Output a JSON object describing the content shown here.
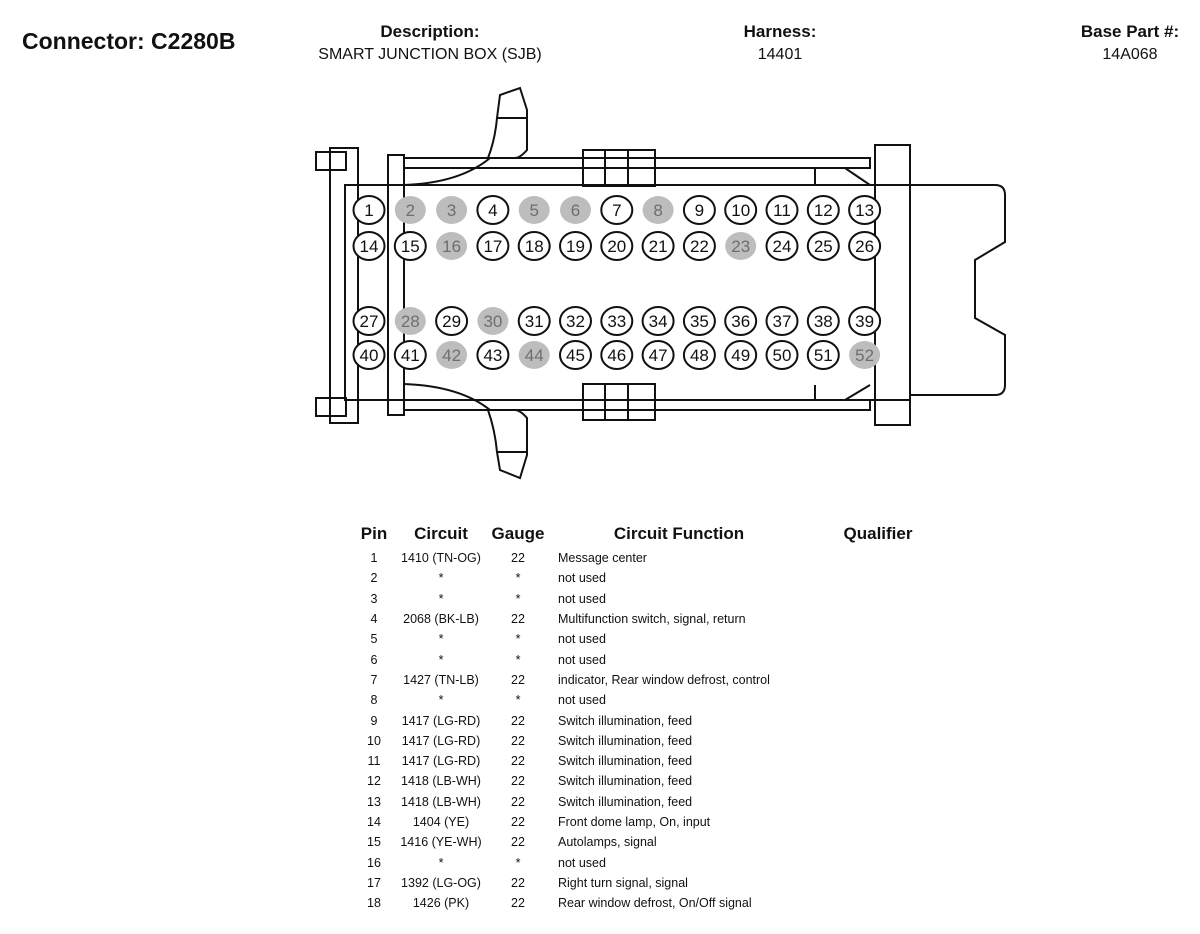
{
  "header": {
    "connector": "Connector: C2280B",
    "description_label": "Description:",
    "description_value": "SMART JUNCTION BOX (SJB)",
    "harness_label": "Harness:",
    "harness_value": "14401",
    "base_part_label": "Base Part #:",
    "base_part_value": "14A068"
  },
  "connector": {
    "unused_fill": "#bdbdbd",
    "used_fill": "#ffffff",
    "rows": [
      {
        "pins": [
          1,
          2,
          3,
          4,
          5,
          6,
          7,
          8,
          9,
          10,
          11,
          12,
          13
        ]
      },
      {
        "pins": [
          14,
          15,
          16,
          17,
          18,
          19,
          20,
          21,
          22,
          23,
          24,
          25,
          26
        ]
      },
      {
        "pins": [
          27,
          28,
          29,
          30,
          31,
          32,
          33,
          34,
          35,
          36,
          37,
          38,
          39
        ]
      },
      {
        "pins": [
          40,
          41,
          42,
          43,
          44,
          45,
          46,
          47,
          48,
          49,
          50,
          51,
          52
        ]
      }
    ],
    "unused_pins": [
      2,
      3,
      5,
      6,
      8,
      16,
      23,
      28,
      30,
      42,
      44,
      52
    ]
  },
  "table": {
    "headers": {
      "pin": "Pin",
      "circuit": "Circuit",
      "gauge": "Gauge",
      "function": "Circuit Function",
      "qualifier": "Qualifier"
    },
    "rows": [
      {
        "pin": "1",
        "circuit": "1410 (TN-OG)",
        "gauge": "22",
        "function": "Message center",
        "qualifier": ""
      },
      {
        "pin": "2",
        "circuit": "*",
        "gauge": "*",
        "function": "not used",
        "qualifier": ""
      },
      {
        "pin": "3",
        "circuit": "*",
        "gauge": "*",
        "function": "not used",
        "qualifier": ""
      },
      {
        "pin": "4",
        "circuit": "2068 (BK-LB)",
        "gauge": "22",
        "function": "Multifunction switch, signal, return",
        "qualifier": ""
      },
      {
        "pin": "5",
        "circuit": "*",
        "gauge": "*",
        "function": "not used",
        "qualifier": ""
      },
      {
        "pin": "6",
        "circuit": "*",
        "gauge": "*",
        "function": "not used",
        "qualifier": ""
      },
      {
        "pin": "7",
        "circuit": "1427 (TN-LB)",
        "gauge": "22",
        "function": "indicator, Rear window defrost, control",
        "qualifier": ""
      },
      {
        "pin": "8",
        "circuit": "*",
        "gauge": "*",
        "function": "not used",
        "qualifier": ""
      },
      {
        "pin": "9",
        "circuit": "1417 (LG-RD)",
        "gauge": "22",
        "function": "Switch illumination, feed",
        "qualifier": ""
      },
      {
        "pin": "10",
        "circuit": "1417 (LG-RD)",
        "gauge": "22",
        "function": "Switch illumination, feed",
        "qualifier": ""
      },
      {
        "pin": "11",
        "circuit": "1417 (LG-RD)",
        "gauge": "22",
        "function": "Switch illumination, feed",
        "qualifier": ""
      },
      {
        "pin": "12",
        "circuit": "1418 (LB-WH)",
        "gauge": "22",
        "function": "Switch illumination, feed",
        "qualifier": ""
      },
      {
        "pin": "13",
        "circuit": "1418 (LB-WH)",
        "gauge": "22",
        "function": "Switch illumination, feed",
        "qualifier": ""
      },
      {
        "pin": "14",
        "circuit": "1404 (YE)",
        "gauge": "22",
        "function": "Front dome lamp, On, input",
        "qualifier": ""
      },
      {
        "pin": "15",
        "circuit": "1416 (YE-WH)",
        "gauge": "22",
        "function": "Autolamps, signal",
        "qualifier": ""
      },
      {
        "pin": "16",
        "circuit": "*",
        "gauge": "*",
        "function": "not used",
        "qualifier": ""
      },
      {
        "pin": "17",
        "circuit": "1392 (LG-OG)",
        "gauge": "22",
        "function": "Right turn signal, signal",
        "qualifier": ""
      },
      {
        "pin": "18",
        "circuit": "1426 (PK)",
        "gauge": "22",
        "function": "Rear window defrost, On/Off signal",
        "qualifier": ""
      }
    ]
  }
}
